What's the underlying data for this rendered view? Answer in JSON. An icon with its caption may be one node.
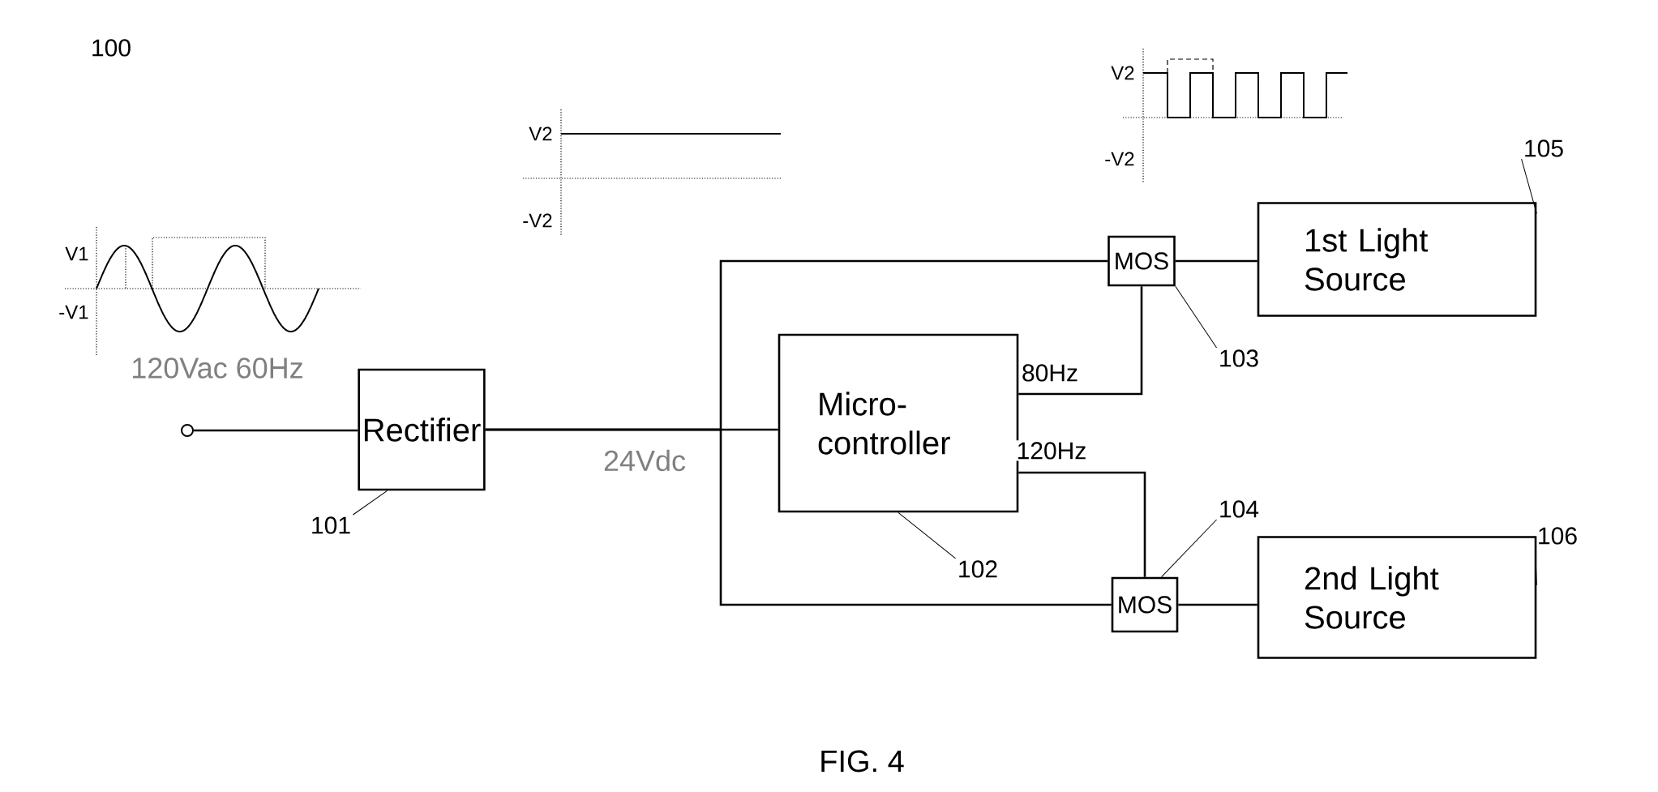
{
  "diagram": {
    "caption": "FIG. 4",
    "nodes": [
      {
        "text": [],
        "shape": "circle",
        "beside": [
          "120Vac 60Hz"
        ]
      },
      {
        "text": [
          "Rectifier"
        ]
      },
      {
        "text": [
          "Micro-controller"
        ]
      },
      {
        "text": [
          "MOS"
        ]
      },
      {
        "text": [
          "MOS"
        ]
      },
      {
        "text": [
          "1st Light Source"
        ]
      },
      {
        "text": [
          "2nd Light Source"
        ]
      },
      {
        "text": [
          "101"
        ]
      },
      {
        "text": [
          "102"
        ]
      },
      {
        "text": [
          "103"
        ]
      },
      {
        "text": [
          "104"
        ]
      },
      {
        "text": [
          "105"
        ]
      },
      {
        "text": [
          "106"
        ]
      }
    ],
    "edges": [
      {
        "from": 0,
        "to": 1,
        "arrow": "none"
      },
      {
        "from": 1,
        "to": 2,
        "arrow": "none",
        "label": "24Vdc"
      },
      {
        "from": 1,
        "to": 3,
        "arrow": "none"
      },
      {
        "from": 1,
        "to": 4,
        "arrow": "none"
      },
      {
        "from": 2,
        "to": 3,
        "arrow": "none",
        "label": "80Hz"
      },
      {
        "from": 2,
        "to": 4,
        "arrow": "none",
        "label": "120Hz"
      },
      {
        "from": 3,
        "to": 5,
        "arrow": "none"
      },
      {
        "from": 4,
        "to": 6,
        "arrow": "none"
      },
      {
        "from": 7,
        "to": 1,
        "arrow": "none"
      },
      {
        "from": 8,
        "to": 2,
        "arrow": "none"
      },
      {
        "from": 9,
        "to": 3,
        "arrow": "none"
      },
      {
        "from": 10,
        "to": 4,
        "arrow": "none"
      },
      {
        "from": 11,
        "to": 5,
        "arrow": "none"
      },
      {
        "from": 12,
        "to": 6,
        "arrow": "none"
      }
    ],
    "labels": [
      "100",
      "V2",
      "V2",
      "-V2",
      "-V2",
      "V1",
      "-V1"
    ]
  }
}
